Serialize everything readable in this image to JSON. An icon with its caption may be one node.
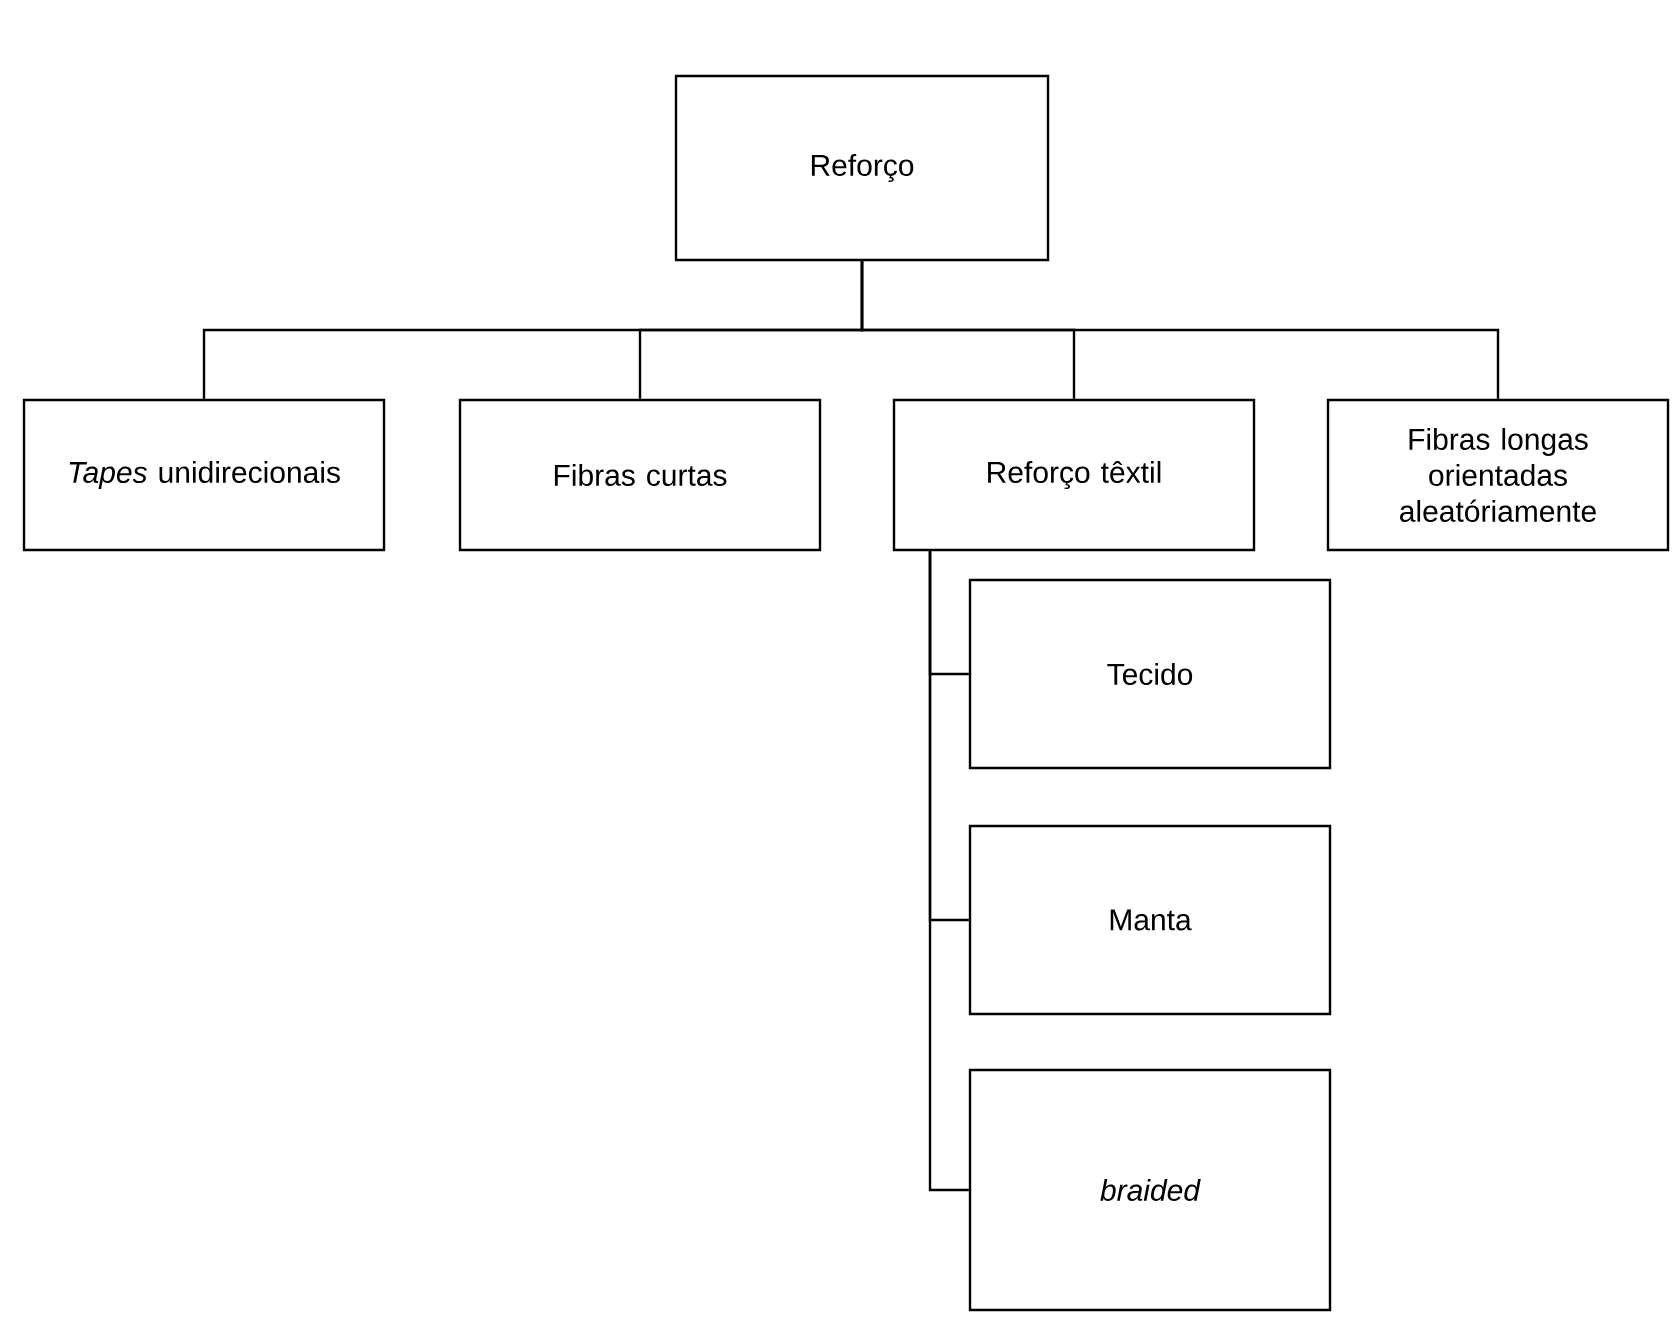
{
  "diagram": {
    "nodes": [
      {
        "text": [
          "Reforço"
        ]
      },
      {
        "text": [
          "*Tapes* unidirecionais"
        ]
      },
      {
        "text": [
          "Fibras curtas"
        ]
      },
      {
        "text": [
          "Reforço têxtil"
        ]
      },
      {
        "text": [
          "Fibras longas orientadas aleatóriamente"
        ]
      },
      {
        "text": [
          "Tecido"
        ]
      },
      {
        "text": [
          "Manta"
        ]
      },
      {
        "text": [
          "braided"
        ]
      }
    ],
    "edges": [
      {
        "from": 0,
        "to": 1,
        "arrow": "none"
      },
      {
        "from": 0,
        "to": 2,
        "arrow": "none"
      },
      {
        "from": 0,
        "to": 3,
        "arrow": "none"
      },
      {
        "from": 0,
        "to": 4,
        "arrow": "none"
      },
      {
        "from": 3,
        "to": 5,
        "arrow": "none"
      },
      {
        "from": 3,
        "to": 6,
        "arrow": "none"
      },
      {
        "from": 3,
        "to": 7,
        "arrow": "none"
      }
    ]
  }
}
